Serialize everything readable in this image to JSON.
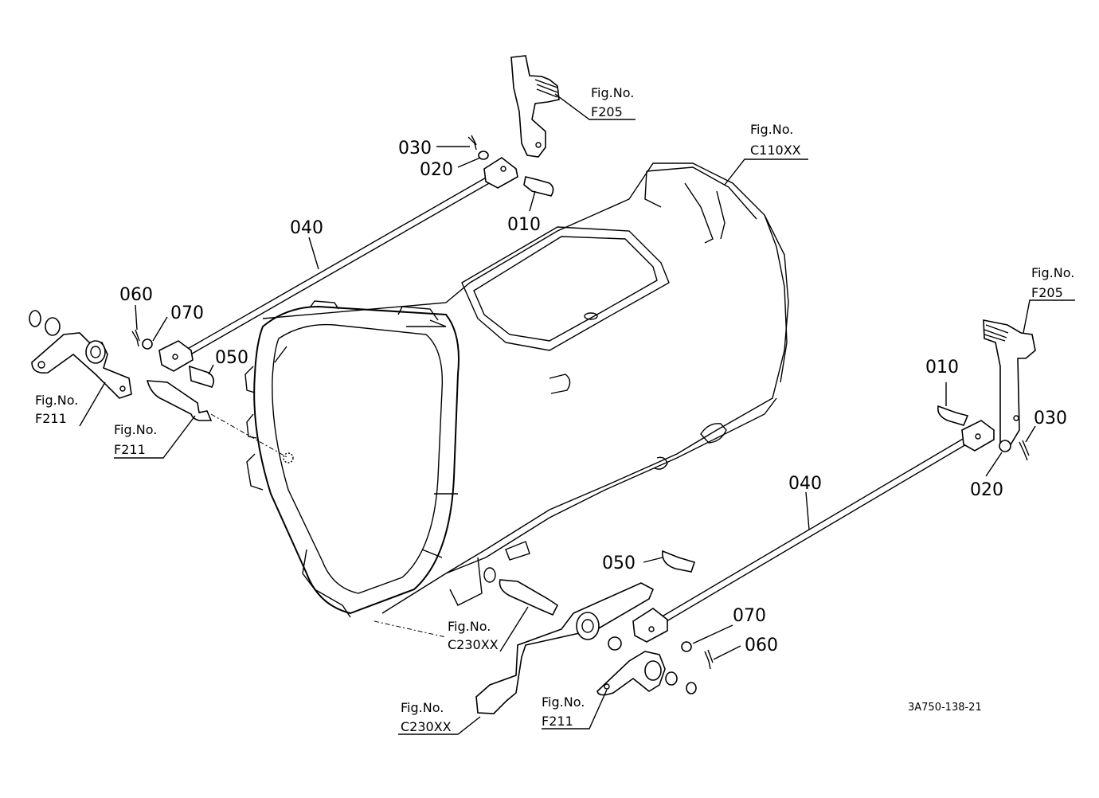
{
  "part_labels": {
    "top_030": "030",
    "top_020": "020",
    "top_010": "010",
    "top_040": "040",
    "left_060": "060",
    "left_070": "070",
    "left_050": "050",
    "right_010": "010",
    "right_030": "030",
    "right_020": "020",
    "right_040": "040",
    "bottom_050": "050",
    "bottom_070": "070",
    "bottom_060": "060"
  },
  "figure_refs": {
    "f205_top": {
      "label": "Fig.No.",
      "code": "F205"
    },
    "c110xx": {
      "label": "Fig.No.",
      "code": "C110XX"
    },
    "f205_right": {
      "label": "Fig.No.",
      "code": "F205"
    },
    "f211_left_outer": {
      "label": "Fig.No.",
      "code": "F211"
    },
    "f211_left_inner": {
      "label": "Fig.No.",
      "code": "F211"
    },
    "c230xx_center": {
      "label": "Fig.No.",
      "code": "C230XX"
    },
    "c230xx_bottom": {
      "label": "Fig.No.",
      "code": "C230XX"
    },
    "f211_bottom": {
      "label": "Fig.No.",
      "code": "F211"
    }
  },
  "drawing_code": "3A750-138-21"
}
